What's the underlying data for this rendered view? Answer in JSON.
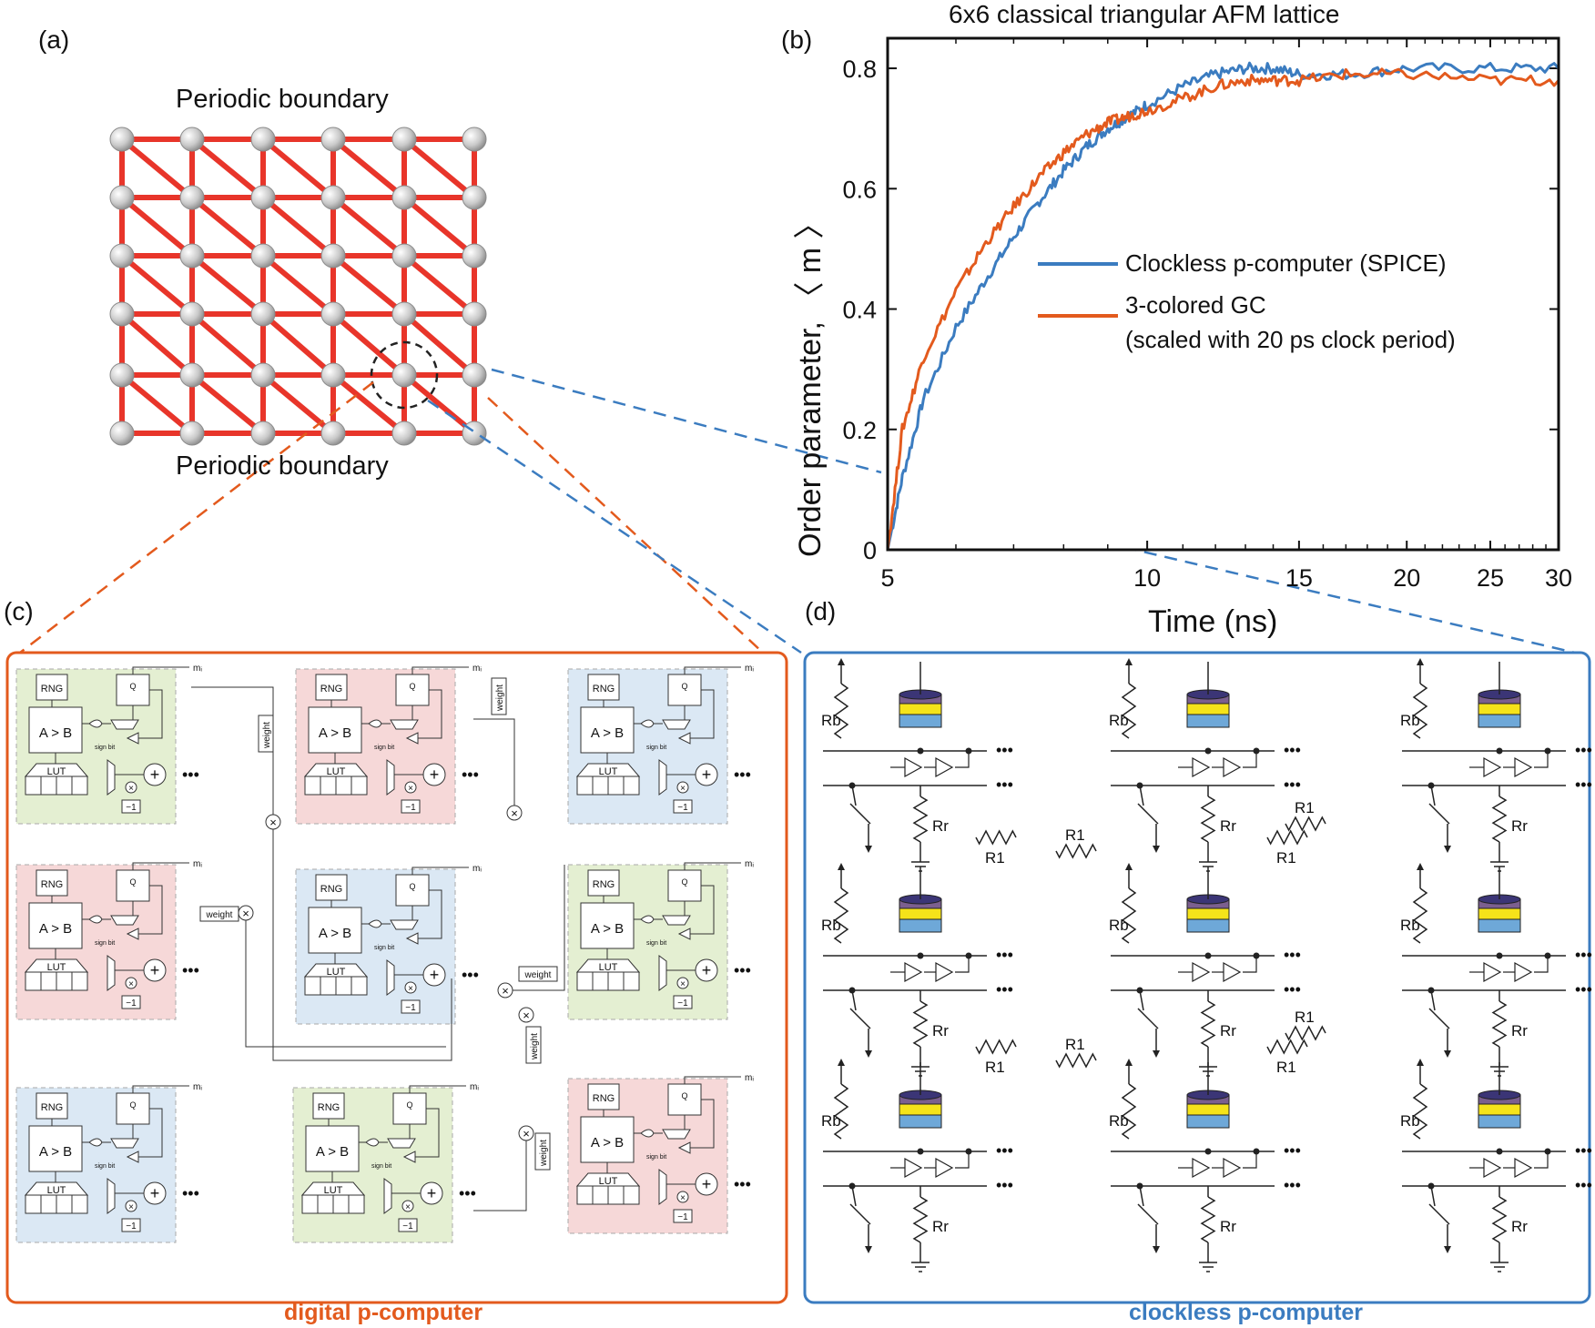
{
  "colors": {
    "lattice_edge": "#e8352a",
    "node": "#c9c9c9",
    "digital": "#e35a1d",
    "clockless": "#3b7cc0",
    "green_block": "#e4efd2",
    "red_block": "#f6d8d8",
    "blue_block": "#dbe8f4",
    "mtj_top": "#3b3576",
    "mtj_purple": "#7b5f8f",
    "mtj_yellow": "#f5e31a",
    "mtj_blue": "#6ea8d8"
  },
  "panel_a": {
    "letter": "(a)",
    "top_boundary": "Periodic boundary",
    "bottom_boundary": "Periodic boundary"
  },
  "panel_b": {
    "letter": "(b)"
  },
  "panel_c": {
    "letter": "(c)",
    "caption": "digital p-computer",
    "rng": "RNG",
    "comparator": "A > B",
    "lut": "LUT",
    "weight": "weight",
    "sign_bit": "sign bit",
    "minus_one": "−1",
    "output": "mᵢ",
    "ellipsis": "•••"
  },
  "panel_d": {
    "letter": "(d)",
    "caption": "clockless p-computer",
    "rb": "Rb",
    "rr": "Rr",
    "r1": "R1",
    "ellipsis": "•••"
  },
  "chart_data": {
    "type": "line",
    "title": "6x6 classical triangular AFM lattice",
    "xlabel": "Time (ns)",
    "ylabel": "Order parameter, 〈 m 〉",
    "x_scale": "log",
    "xlim": [
      5,
      30
    ],
    "ylim": [
      0,
      0.85
    ],
    "xticks": [
      5,
      10,
      15,
      20,
      25,
      30
    ],
    "yticks": [
      0,
      0.2,
      0.4,
      0.6,
      0.8
    ],
    "legend_position": "center-right",
    "series": [
      {
        "name": "Clockless p-computer (SPICE)",
        "color": "#3b7cc0",
        "x": [
          5.0,
          5.2,
          5.5,
          6.0,
          6.5,
          7.0,
          7.5,
          8.0,
          8.5,
          9.0,
          9.5,
          10.0,
          11.0,
          12.0,
          13.0,
          14.0,
          15.0,
          17.0,
          20.0,
          25.0,
          30.0
        ],
        "y": [
          0.0,
          0.12,
          0.25,
          0.37,
          0.45,
          0.52,
          0.58,
          0.63,
          0.67,
          0.7,
          0.72,
          0.74,
          0.77,
          0.79,
          0.8,
          0.8,
          0.79,
          0.79,
          0.8,
          0.8,
          0.8
        ]
      },
      {
        "name": "3-colored GC\n(scaled with 20 ps clock period)",
        "color": "#e35a1d",
        "x": [
          5.0,
          5.2,
          5.5,
          6.0,
          6.5,
          7.0,
          7.5,
          8.0,
          8.5,
          9.0,
          9.5,
          10.0,
          11.0,
          12.0,
          13.0,
          14.0,
          15.0,
          17.0,
          20.0,
          25.0,
          30.0
        ],
        "y": [
          0.0,
          0.2,
          0.32,
          0.43,
          0.51,
          0.57,
          0.62,
          0.66,
          0.69,
          0.71,
          0.72,
          0.73,
          0.75,
          0.77,
          0.78,
          0.78,
          0.78,
          0.79,
          0.79,
          0.78,
          0.78
        ]
      }
    ]
  }
}
